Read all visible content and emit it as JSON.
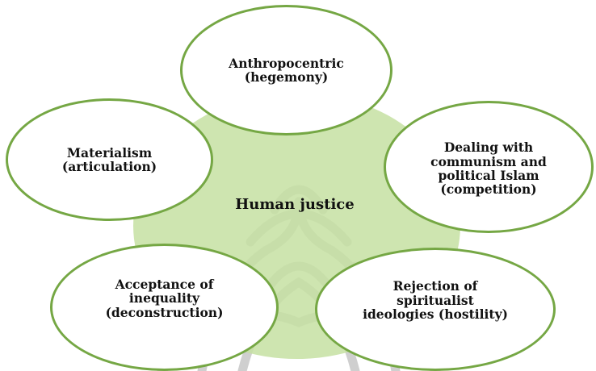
{
  "center": {
    "label": "Human justice",
    "color": "#c5e0a2"
  },
  "nodes": [
    {
      "id": "n1",
      "label": "Anthropocentric\n(hegemony)"
    },
    {
      "id": "n2",
      "label": "Materialism\n(articulation)"
    },
    {
      "id": "n3",
      "label": "Dealing with\ncommunism and\npolitical Islam\n(competition)"
    },
    {
      "id": "n4",
      "label": "Acceptance of\ninequality\n(deconstruction)"
    },
    {
      "id": "n5",
      "label": "Rejection of\nspiritualist\nideologies (hostility)"
    }
  ],
  "colors": {
    "node_border": "#75a744",
    "watermark": "#9a9a9a"
  }
}
